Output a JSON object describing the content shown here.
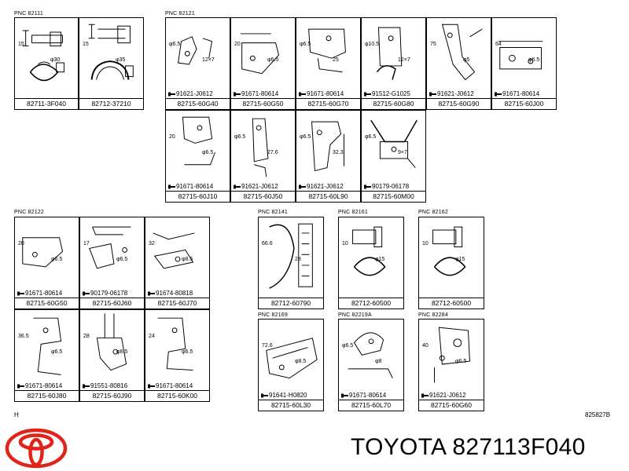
{
  "groups": [
    {
      "id": "g1",
      "pnc": "PNC 82111",
      "cells": [
        {
          "part": "82711-3F040",
          "bolt": "",
          "dims": [
            "15",
            "φ30"
          ]
        },
        {
          "part": "82712-37210",
          "bolt": "",
          "dims": [
            "15",
            "φ35"
          ]
        }
      ]
    },
    {
      "id": "g2",
      "pnc": "PNC 82121",
      "cells": [
        {
          "part": "82715-60G40",
          "bolt": "91621-J0612",
          "dims": [
            "φ6.5",
            "12×7"
          ]
        },
        {
          "part": "82715-60G50",
          "bolt": "91671-80614",
          "dims": [
            "20",
            "φ6.5"
          ]
        },
        {
          "part": "82715-60G70",
          "bolt": "91671-80614",
          "dims": [
            "φ6.5",
            "25"
          ]
        },
        {
          "part": "82715-60G80",
          "bolt": "91512-G1025",
          "dims": [
            "φ10.5",
            "12×7"
          ]
        },
        {
          "part": "82715-60G90",
          "bolt": "91621-J0612",
          "dims": [
            "75",
            "φ5"
          ]
        },
        {
          "part": "82715-60J00",
          "bolt": "91671-80614",
          "dims": [
            "64",
            "φ6.5"
          ]
        },
        {
          "part": "82715-60J10",
          "bolt": "91671-80614",
          "dims": [
            "20",
            "φ6.5"
          ]
        },
        {
          "part": "82715-60J50",
          "bolt": "91621-J0612",
          "dims": [
            "φ6.5",
            "27.6"
          ]
        },
        {
          "part": "82715-60L90",
          "bolt": "91621-J0612",
          "dims": [
            "φ6.5",
            "32.3"
          ]
        },
        {
          "part": "82715-60M00",
          "bolt": "90179-06178",
          "dims": [
            "φ6.5",
            "9×7"
          ]
        }
      ]
    },
    {
      "id": "g3",
      "pnc": "PNC 82122",
      "cells": [
        {
          "part": "82715-60G50",
          "bolt": "91671-80614",
          "dims": [
            "20",
            "φ6.5"
          ]
        },
        {
          "part": "82715-60J60",
          "bolt": "90179-06178",
          "dims": [
            "17",
            "φ6.5"
          ]
        },
        {
          "part": "82715-60J70",
          "bolt": "91674-80818",
          "dims": [
            "32",
            "φ8.5"
          ]
        },
        {
          "part": "82715-60J80",
          "bolt": "91671-80614",
          "dims": [
            "36.5",
            "φ6.5"
          ]
        },
        {
          "part": "82715-60J90",
          "bolt": "91551-80816",
          "dims": [
            "28",
            "φ8.5"
          ]
        },
        {
          "part": "82715-60K00",
          "bolt": "91671-80614",
          "dims": [
            "24",
            "φ6.5"
          ]
        }
      ]
    },
    {
      "id": "g4",
      "pnc": "PNC 82141",
      "cells": [
        {
          "part": "82712-60790",
          "bolt": "",
          "dims": [
            "66.6",
            "28"
          ]
        }
      ]
    },
    {
      "id": "g5",
      "pnc": "PNC 82161",
      "cells": [
        {
          "part": "82712-60500",
          "bolt": "",
          "dims": [
            "10",
            "φ15"
          ]
        }
      ]
    },
    {
      "id": "g6",
      "pnc": "PNC 82162",
      "cells": [
        {
          "part": "82712-60500",
          "bolt": "",
          "dims": [
            "10",
            "φ15"
          ]
        }
      ]
    },
    {
      "id": "g7",
      "pnc": "PNC 82169",
      "cells": [
        {
          "part": "82715-60L30",
          "bolt": "91641-H0820",
          "dims": [
            "72.6",
            "φ8.5"
          ]
        }
      ]
    },
    {
      "id": "g8",
      "pnc": "PNC 82219A",
      "cells": [
        {
          "part": "82715-60L70",
          "bolt": "91671-80614",
          "dims": [
            "φ6.5",
            "φ8"
          ]
        }
      ]
    },
    {
      "id": "g9",
      "pnc": "PNC 82284",
      "cells": [
        {
          "part": "82715-60G60",
          "bolt": "91621-J0612",
          "dims": [
            "40",
            "φ6.5"
          ]
        }
      ]
    }
  ],
  "footer": {
    "left": "H",
    "right": "825827B"
  },
  "brand": {
    "text": "TOYOTA 827113F040",
    "logo_color": "#E2231A"
  }
}
